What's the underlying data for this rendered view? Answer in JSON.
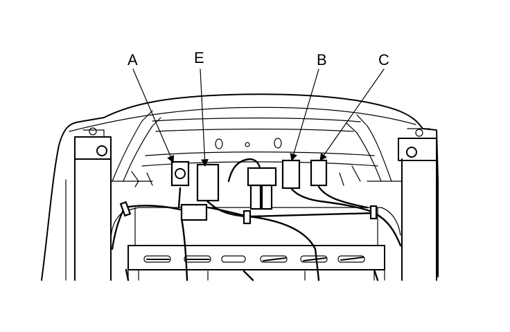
{
  "callouts": {
    "a": "A",
    "e": "E",
    "b": "B",
    "c": "C"
  }
}
